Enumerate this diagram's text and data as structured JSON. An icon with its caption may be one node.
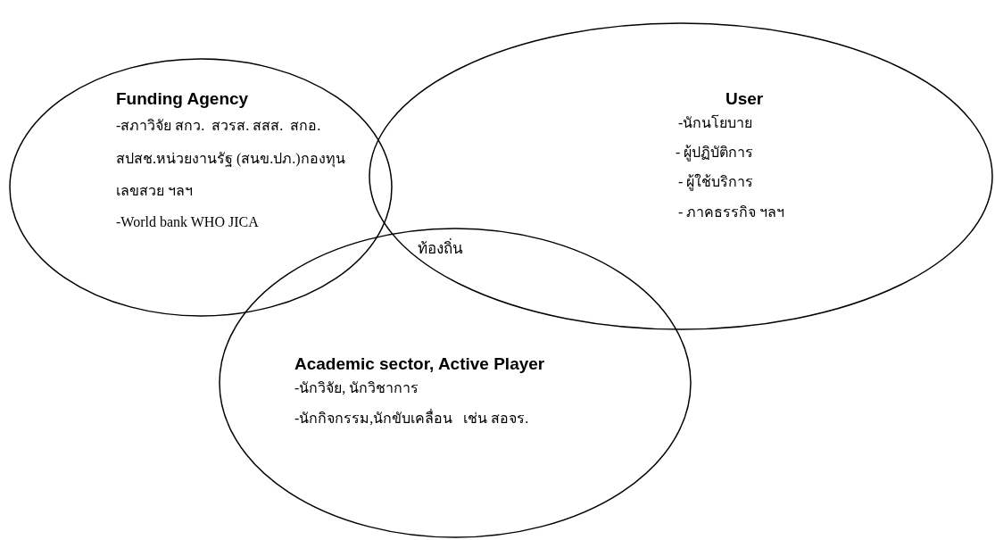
{
  "diagram": {
    "nodes": [
      {
        "text": [
          "Funding Agency",
          "-สภาวิจัย สกว.  สวรส. สสส.  สกอ.",
          "สปสช.หน่วยงานรัฐ (สนข.ปภ.)กองทุน",
          "เลขสวย ฯลฯ",
          "-World bank WHO JICA"
        ]
      },
      {
        "text": [
          "User",
          "-นักนโยบาย",
          "- ผู้ปฏิบัติการ",
          "- ผู้ใช้บริการ",
          "- ภาคธรรกิจ ฯลฯ"
        ]
      },
      {
        "text": [
          "Academic sector, Active Player",
          "-นักวิจัย, นักวิชาการ",
          "-นักกิจกรรม,นักขับเคลื่อน   เช่น สอจร."
        ]
      }
    ],
    "labels": [
      "ท้องถิ่น"
    ]
  }
}
